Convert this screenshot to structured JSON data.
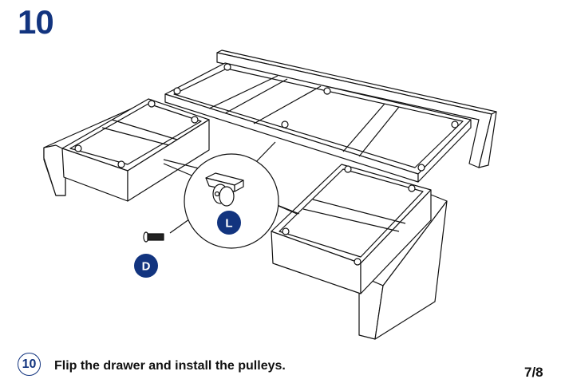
{
  "step": {
    "number": "10",
    "instruction": "Flip the drawer and install the pulleys."
  },
  "parts": [
    {
      "label": "L",
      "name": "caster-wheel"
    },
    {
      "label": "D",
      "name": "screw"
    }
  ],
  "page": "7/8",
  "colors": {
    "accent": "#12347f",
    "line": "#111111"
  }
}
